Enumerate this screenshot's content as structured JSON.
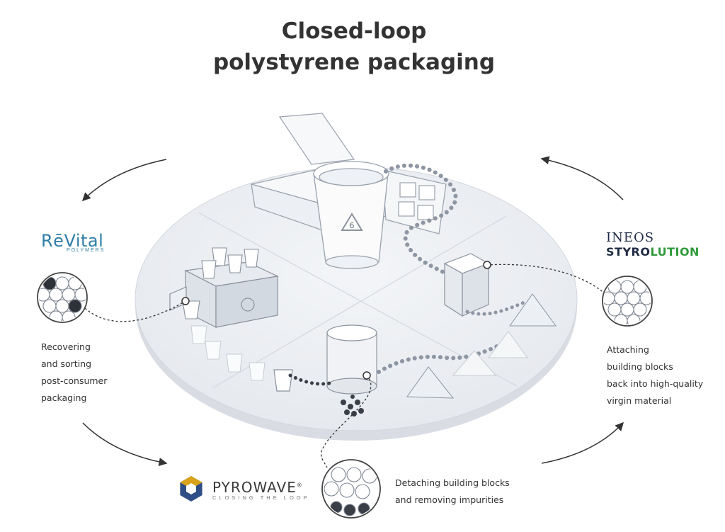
{
  "title": {
    "line1": "Closed-loop",
    "line2": "polystyrene packaging"
  },
  "stages": [
    {
      "id": "recovering",
      "lines": [
        "Recovering",
        "and sorting",
        "post-consumer",
        "packaging"
      ]
    },
    {
      "id": "detaching",
      "lines": [
        "Detaching building blocks",
        "and removing impurities"
      ]
    },
    {
      "id": "attaching",
      "lines": [
        "Attaching",
        "building blocks",
        "back into high-quality",
        "virgin material"
      ]
    }
  ],
  "logos": {
    "revital": {
      "main": "RēVital",
      "sub": "POLYMERS"
    },
    "ineos": {
      "line1": "INEOS",
      "line2a": "STYRO",
      "line2b": "LUTION"
    },
    "pyrowave": {
      "main": "PYROWAVE",
      "reg": "®",
      "sub": "CLOSING THE LOOP"
    }
  },
  "recycle_code": "6",
  "colors": {
    "revital": "#2e7da8",
    "ineos_navy": "#1f2a44",
    "ineos_green": "#2f9a3b",
    "pyro_gold": "#d9a21b",
    "pyro_blue": "#2f4d86"
  }
}
